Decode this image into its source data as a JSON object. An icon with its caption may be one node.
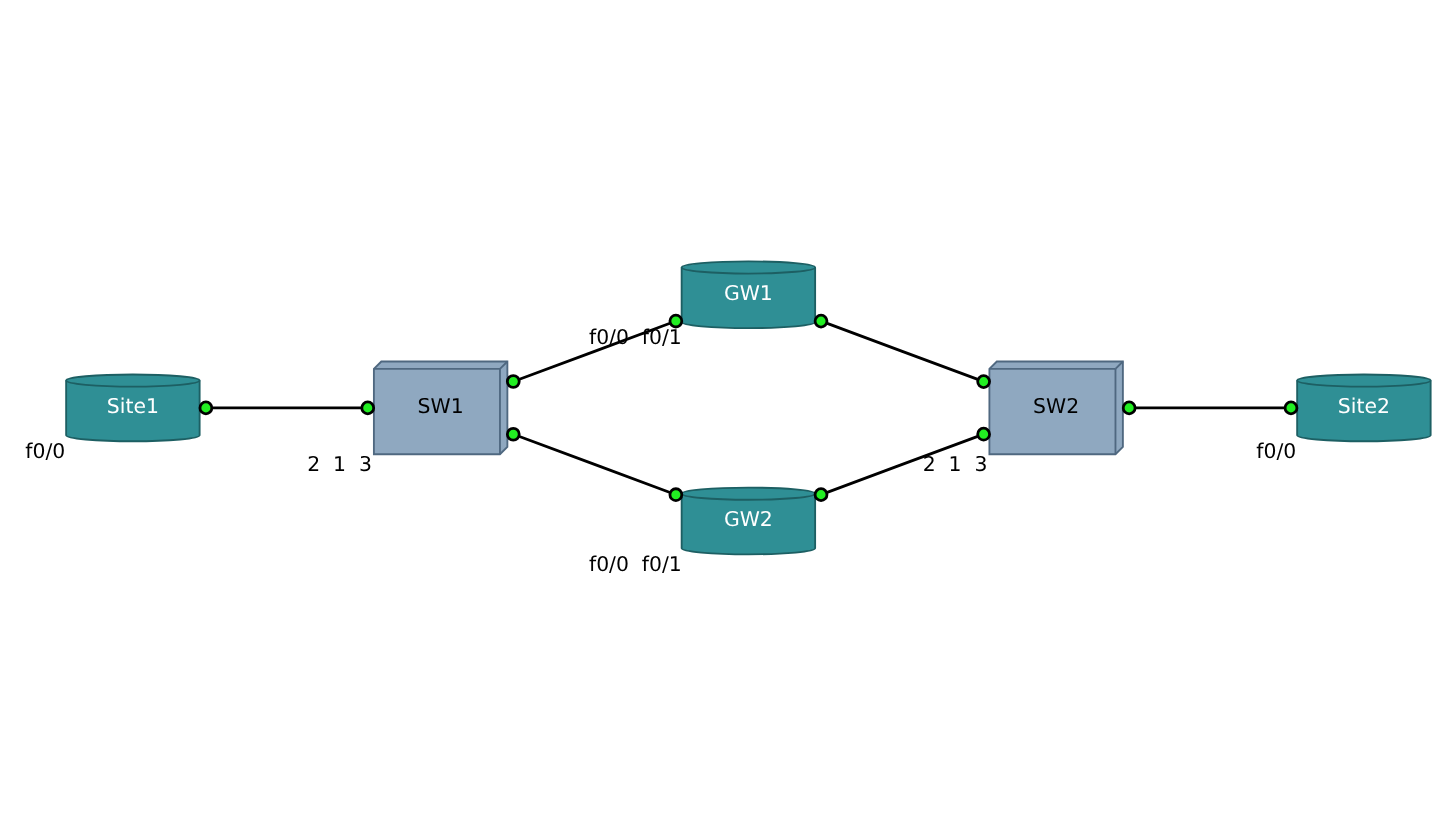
{
  "diagram": {
    "nodes": [
      {
        "text": [
          "GW1"
        ],
        "beside": [
          "f0/0",
          "f0/1"
        ]
      },
      {
        "text": [
          "Site1"
        ],
        "beside": [
          "f0/0"
        ]
      },
      {
        "text": [
          "SW1"
        ],
        "beside": [
          "2",
          "1",
          "3"
        ]
      },
      {
        "text": [
          "SW2"
        ],
        "beside": [
          "2",
          "1",
          "3"
        ]
      },
      {
        "text": [
          "Site2"
        ],
        "beside": [
          "f0/0"
        ]
      },
      {
        "text": [
          "GW2"
        ],
        "beside": [
          "f0/0",
          "f0/1"
        ]
      }
    ],
    "edges": [
      {
        "from": 1,
        "to": 2,
        "arrow": "other"
      },
      {
        "from": 2,
        "to": 0,
        "arrow": "other"
      },
      {
        "from": 0,
        "to": 3,
        "arrow": "other"
      },
      {
        "from": 3,
        "to": 4,
        "arrow": "other"
      },
      {
        "from": 2,
        "to": 5,
        "arrow": "other"
      },
      {
        "from": 5,
        "to": 3,
        "arrow": "other"
      }
    ]
  }
}
